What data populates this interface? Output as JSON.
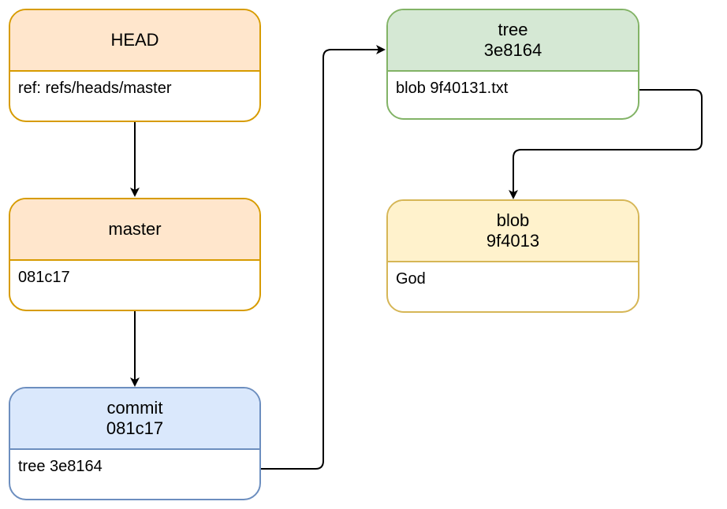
{
  "nodes": {
    "head": {
      "title": "HEAD",
      "content": "ref: refs/heads/master"
    },
    "master": {
      "title": "master",
      "content": "081c17"
    },
    "commit": {
      "title": "commit",
      "hash": "081c17",
      "content": "tree 3e8164"
    },
    "tree": {
      "title": "tree",
      "hash": "3e8164",
      "content": "blob 9f40131.txt"
    },
    "blob": {
      "title": "blob",
      "hash": "9f4013",
      "content": "God"
    }
  },
  "colors": {
    "ref_fill": "#ffe6cc",
    "ref_stroke": "#d79b00",
    "commit_fill": "#dae8fc",
    "commit_stroke": "#6c8ebf",
    "tree_fill": "#d5e8d4",
    "tree_stroke": "#82b366",
    "blob_fill": "#fff2cc",
    "blob_stroke": "#d6b656",
    "edge": "#000000"
  }
}
